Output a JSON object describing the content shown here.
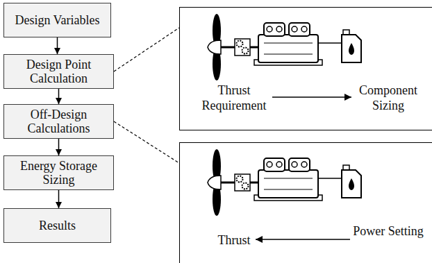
{
  "diagram": {
    "nodes": [
      {
        "text": [
          "Design Variables"
        ]
      },
      {
        "text": [
          "Design Point Calculation"
        ]
      },
      {
        "text": [
          "Off-Design Calculations"
        ]
      },
      {
        "text": [
          "Energy Storage Sizing"
        ]
      },
      {
        "text": [
          "Results"
        ]
      },
      {
        "text": [
          "Thrust Requirement",
          "Component Sizing"
        ]
      },
      {
        "text": [
          "Thrust",
          "Power Setting"
        ]
      }
    ],
    "edges": [
      {
        "from": 0,
        "to": 1,
        "arrow": "to"
      },
      {
        "from": 1,
        "to": 2,
        "arrow": "to"
      },
      {
        "from": 2,
        "to": 3,
        "arrow": "to"
      },
      {
        "from": 3,
        "to": 4,
        "arrow": "to"
      },
      {
        "from": 1,
        "to": 5,
        "arrow": "none"
      },
      {
        "from": 2,
        "to": 6,
        "arrow": "none"
      }
    ]
  }
}
